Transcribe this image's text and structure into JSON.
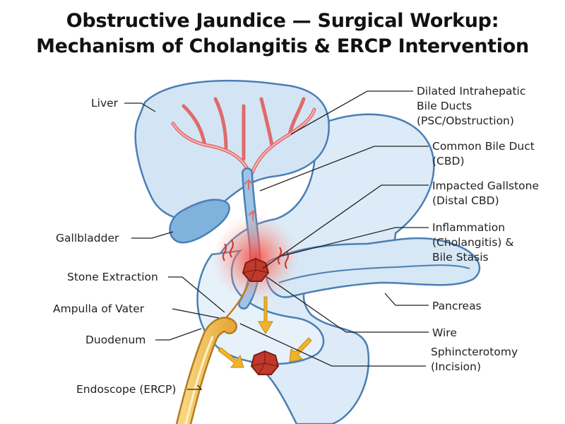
{
  "title_line1": "Obstructive Jaundice — Surgical Workup:",
  "title_line2": "Mechanism of Cholangitis & ERCP Intervention",
  "labels": {
    "liver": "Liver",
    "gallbladder": "Gallbladder",
    "stone_extraction": "Stone Extraction",
    "ampulla": "Ampulla of Vater",
    "duodenum": "Duodenum",
    "endoscope": "Endoscope (ERCP)",
    "dilated_ducts": [
      "Dilated Intrahepatic",
      "Bile Ducts",
      "(PSC/Obstruction)"
    ],
    "cbd": [
      "Common Bile Duct",
      "(CBD)"
    ],
    "gallstone": [
      "Impacted Gallstone",
      "(Distal CBD)"
    ],
    "inflammation": [
      "Inflammation",
      "(Cholangitis) &",
      "Bile Stasis"
    ],
    "pancreas": "Pancreas",
    "wire": "Wire",
    "sphincterotomy": [
      "Sphincterotomy",
      "(Incision)"
    ]
  },
  "colors": {
    "organ_fill": "#dcebf7",
    "organ_stroke": "#4a7fb5",
    "bile_duct": "#e06a6a",
    "inflammation": "#e53935",
    "stone": "#c0392b",
    "endoscope": "#f2c14e",
    "arrow": "#f0b429"
  }
}
